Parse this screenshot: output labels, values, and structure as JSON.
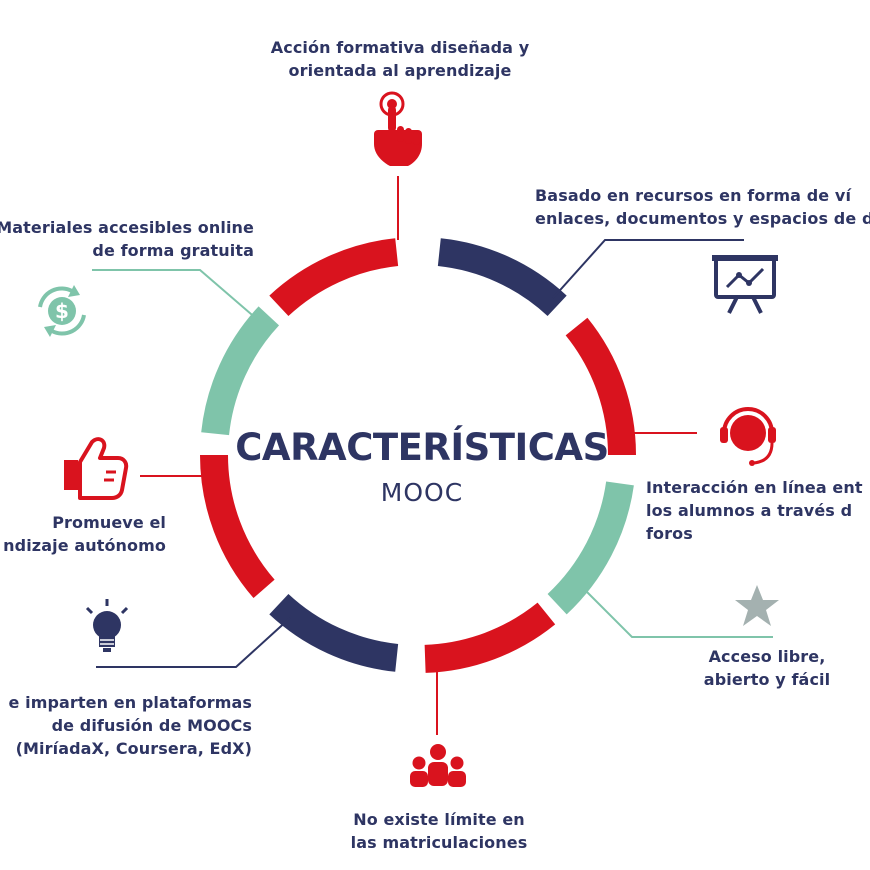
{
  "colors": {
    "red": "#d9131e",
    "navy": "#2e3563",
    "green": "#7fc4aa",
    "gray_star": "#a4b1b0"
  },
  "center": {
    "title": "CARACTERÍSTICAS",
    "subtitle": "MOOC"
  },
  "features": [
    {
      "id": "accion-formativa",
      "text": "Acción formativa diseñada y\norientada al aprendizaje",
      "icon": "hand-pointer-icon",
      "color": "red"
    },
    {
      "id": "recursos",
      "text": "Basado en recursos en forma de ví\nenlaces, documentos y espacios de d",
      "icon": "presentation-board-icon",
      "color": "navy"
    },
    {
      "id": "interaccion",
      "text": "Interacción en línea ent\nlos alumnos a través d\nforos",
      "icon": "headset-icon",
      "color": "red"
    },
    {
      "id": "acceso",
      "text": "Acceso libre,\nabierto y fácil",
      "icon": "star-icon",
      "color": "green"
    },
    {
      "id": "matriculaciones",
      "text": "No existe límite en\nlas matriculaciones",
      "icon": "group-people-icon",
      "color": "red"
    },
    {
      "id": "plataformas",
      "text": "e imparten en plataformas\nde difusión de MOOCs\n(MiríadaX, Coursera, EdX)",
      "icon": "lightbulb-icon",
      "color": "navy"
    },
    {
      "id": "autonomo",
      "text": "Promueve el\nndizaje autónomo",
      "icon": "thumbs-up-icon",
      "color": "red"
    },
    {
      "id": "gratuita",
      "text": "Materiales accesibles online\nde forma gratuita",
      "icon": "dollar-cycle-icon",
      "color": "green"
    }
  ]
}
